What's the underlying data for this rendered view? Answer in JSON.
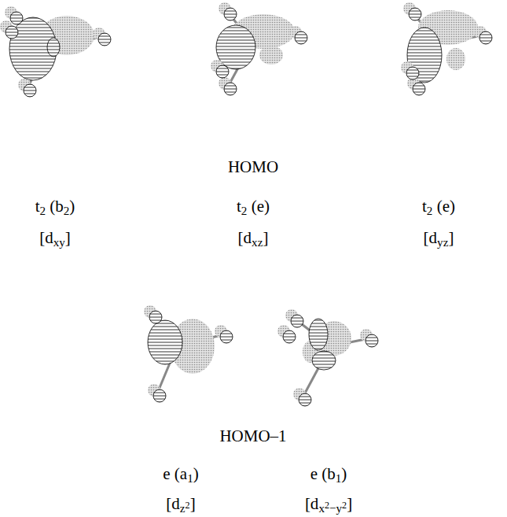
{
  "diagram": {
    "labels": [
      "HOMO",
      "t2 (b2)",
      "t2 (e)",
      "t2 (e)",
      "[dxy]",
      "[dxz]",
      "[dyz]",
      "HOMO–1",
      "e (a1)",
      "e (b1)",
      "[dz2]",
      "[dx2−y2]"
    ]
  }
}
